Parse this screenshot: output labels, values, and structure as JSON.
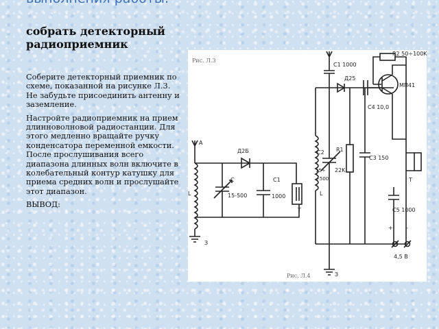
{
  "slide": {
    "heading": "выполнения работы:",
    "subheading": "собрать детекторный радиоприемник",
    "paragraphs": [
      "Соберите детекторный приемник по схеме, показанной на рисунке Л.3. Не забудьте присоединить антенну и заземление.",
      "Настройте радиоприемник на прием длинноволновой радиостанции. Для этого медленно вращайте ручку конденсатора переменной емкости. После прослушивания всего диапазона длинных волн включите в колебательный контур катушку для приема средних волн и прослушайте этот диапазон.",
      "ВЫВОД:"
    ]
  },
  "figure": {
    "caption_top": "Рис. Л.3",
    "caption_bottom": "Рис. Л.4",
    "left_circuit": {
      "antenna": "A",
      "coil": "L",
      "diode": "Д2Б",
      "var_cap_name": "C",
      "var_cap_value": "15-500",
      "cap_name": "C1",
      "cap_value": "1000",
      "phones": "Т",
      "ground": "З"
    },
    "right_circuit": {
      "c1": "C1 1000",
      "diode": "Д25",
      "r2": "R2 50÷100K",
      "transistor": "МП41",
      "c4": "C4 10,0",
      "c2": "C2",
      "c2_value": "15÷",
      "c2_value2": "÷500",
      "coil": "L",
      "r1": "R1",
      "r1_value": "22K",
      "c3": "C3 150",
      "phones": "Т",
      "c5": "C5 1000",
      "plus": "+",
      "minus": "-",
      "battery": "4,5 В",
      "ground": "З"
    }
  }
}
